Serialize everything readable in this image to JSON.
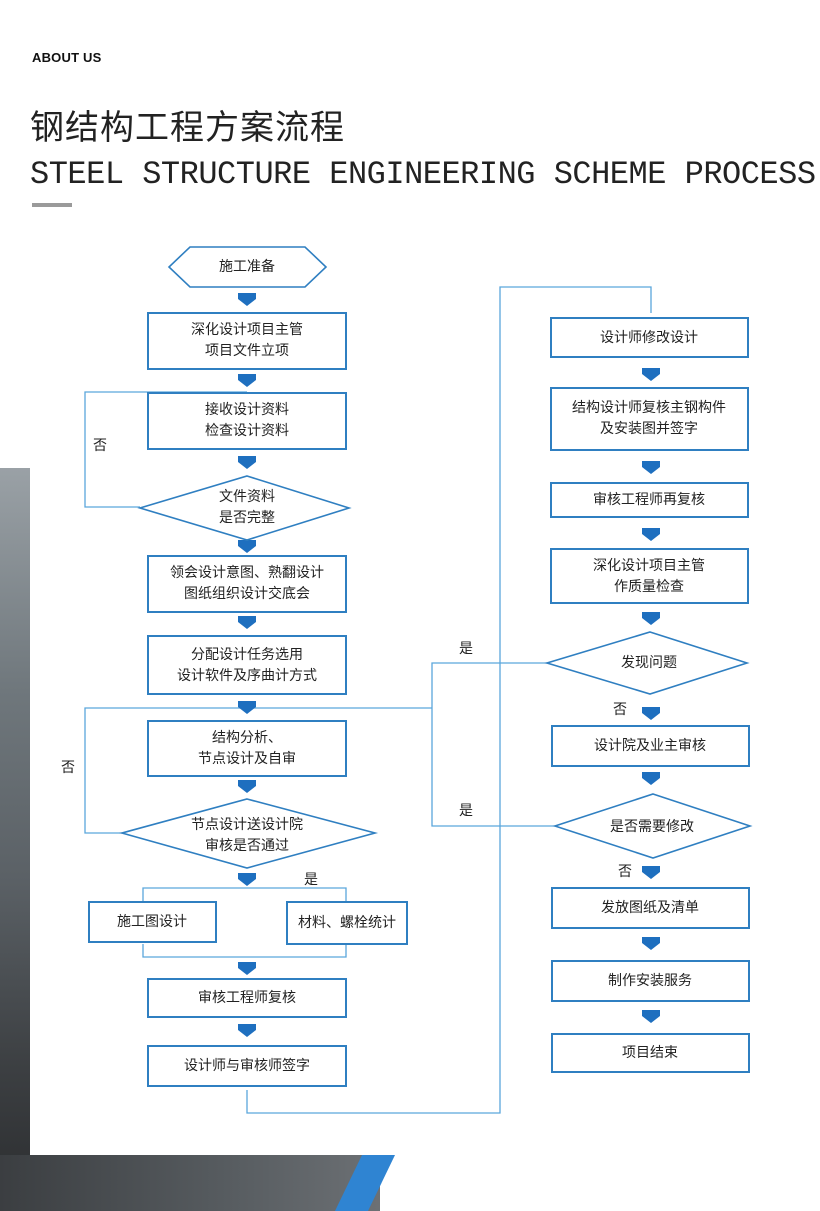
{
  "header": {
    "about": "ABOUT US",
    "title_cn": "钢结构工程方案流程",
    "title_en": "STEEL STRUCTURE ENGINEERING SCHEME PROCESS"
  },
  "colors": {
    "box_border": "#2f7fc1",
    "arrow": "#1e6fbf",
    "connector": "#5aa6dc",
    "accent": "#2f84d2"
  },
  "left": {
    "start": "施工准备",
    "n1": [
      "深化设计项目主管",
      "项目文件立项"
    ],
    "n2": [
      "接收设计资料",
      "检查设计资料"
    ],
    "d1": [
      "文件资料",
      "是否完整"
    ],
    "n3": [
      "领会设计意图、熟翻设计",
      "图纸组织设计交底会"
    ],
    "n4": [
      "分配设计任务选用",
      "设计软件及序曲计方式"
    ],
    "n5": [
      "结构分析、",
      "节点设计及自审"
    ],
    "d2": [
      "节点设计送设计院",
      "审核是否通过"
    ],
    "n6a": "施工图设计",
    "n6b": "材料、螺栓统计",
    "n7": "审核工程师复核",
    "n8": "设计师与审核师签字",
    "label_no1": "否",
    "label_no2": "否",
    "label_yes": "是"
  },
  "right": {
    "r1": "设计师修改设计",
    "r2": [
      "结构设计师复核主钢构件",
      "及安装图并签字"
    ],
    "r3": "审核工程师再复核",
    "r4": [
      "深化设计项目主管",
      "作质量检查"
    ],
    "d3": "发现问题",
    "r5": "设计院及业主审核",
    "d4": "是否需要修改",
    "r6": "发放图纸及清单",
    "r7": "制作安装服务",
    "r8": "项目结束",
    "label_yes1": "是",
    "label_yes2": "是",
    "label_no1": "否",
    "label_no2": "否"
  }
}
